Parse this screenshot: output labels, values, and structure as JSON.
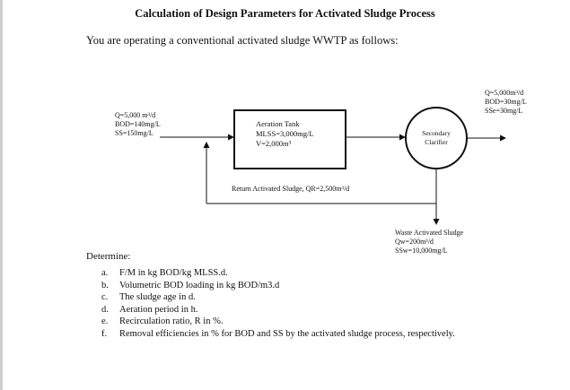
{
  "title": "Calculation of Design Parameters for Activated Sludge Process",
  "intro": "You are operating a conventional activated sludge WWTP as follows:",
  "diagram": {
    "influent": [
      "Q=5,000 m³/d",
      "BOD=140mg/L",
      "SS=150mg/L"
    ],
    "tank": [
      "Aeration Tank",
      "MLSS=3,000mg/L",
      "V=2,000m³"
    ],
    "clarifier": [
      "Secondary",
      "Clarifier"
    ],
    "effluent": [
      "Q=5,000m³/d",
      "BOD=30mg/L",
      "SSe=30mg/L"
    ],
    "return_sludge": "Return Activated Sludge, QR=2,500m³/d",
    "waste_sludge": [
      "Waste Activated Sludge",
      "Qw=200m³/d",
      "SSw=10,000mg/L"
    ]
  },
  "determine": "Determine:",
  "tasks": [
    {
      "mark": "a.",
      "text": "F/M in kg BOD/kg MLSS.d."
    },
    {
      "mark": "b.",
      "text": "Volumetric BOD loading in kg BOD/m3.d"
    },
    {
      "mark": "c.",
      "text": "The sludge age in d."
    },
    {
      "mark": "d.",
      "text": "Aeration period in h."
    },
    {
      "mark": "e.",
      "text": "Recirculation ratio, R in %."
    },
    {
      "mark": "f.",
      "text": "Removal efficiencies in % for BOD and SS by the activated sludge process, respectively."
    }
  ]
}
